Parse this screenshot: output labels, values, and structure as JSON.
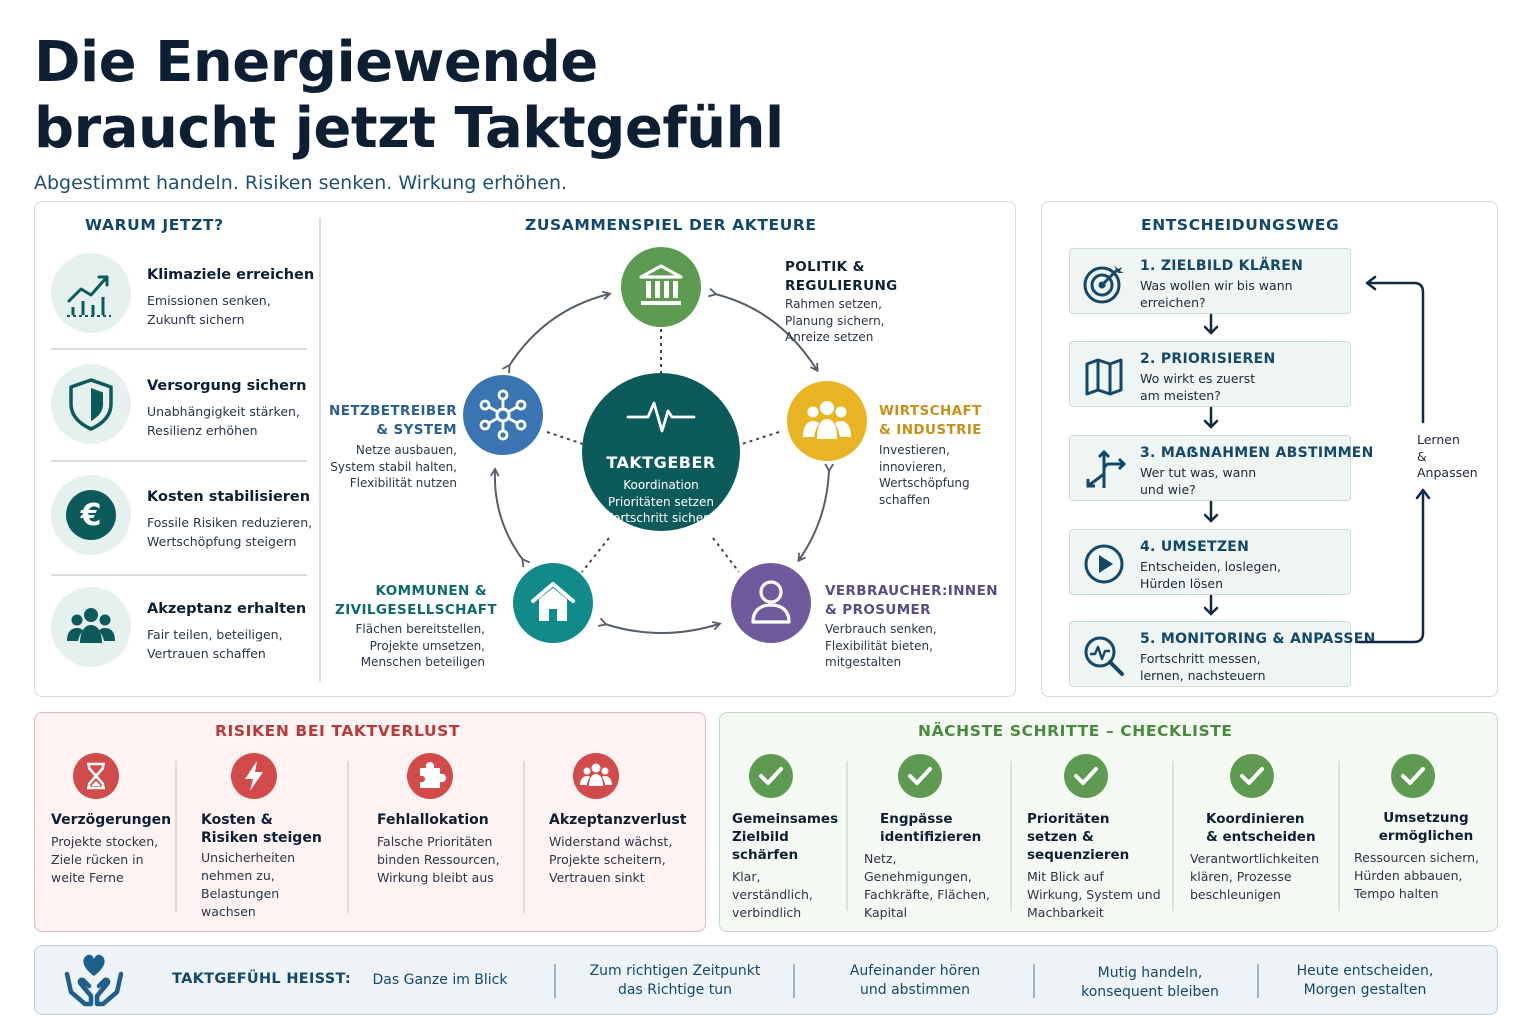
{
  "title_line1": "Die Energiewende",
  "title_line2": "braucht jetzt Taktgefühl",
  "subtitle": "Abgestimmt handeln. Risiken senken. Wirkung erhöhen.",
  "why": {
    "heading": "WARUM JETZT?",
    "items": [
      {
        "title": "Klimaziele erreichen",
        "line1": "Emissionen senken,",
        "line2": "Zukunft sichern",
        "icon": "chart-up-icon"
      },
      {
        "title": "Versorgung sichern",
        "line1": "Unabhängigkeit stärken,",
        "line2": "Resilienz erhöhen",
        "icon": "shield-icon"
      },
      {
        "title": "Kosten stabilisieren",
        "line1": "Fossile Risiken reduzieren,",
        "line2": "Wertschöpfung steigern",
        "icon": "euro-icon"
      },
      {
        "title": "Akzeptanz erhalten",
        "line1": "Fair teilen, beteiligen,",
        "line2": "Vertrauen schaffen",
        "icon": "people-icon"
      }
    ]
  },
  "actors": {
    "heading": "ZUSAMMENSPIEL DER AKTEURE",
    "center": {
      "title": "TAKTGEBER",
      "line1": "Koordination",
      "line2": "Prioritäten setzen",
      "line3": "Fortschritt sichern"
    },
    "politik": {
      "label1": "POLITIK &",
      "label2": "REGULIERUNG",
      "line1": "Rahmen setzen,",
      "line2": "Planung sichern,",
      "line3": "Anreize setzen"
    },
    "wirtschaft": {
      "label1": "WIRTSCHAFT",
      "label2": "& INDUSTRIE",
      "line1": "Investieren,",
      "line2": "innovieren,",
      "line3": "Wertschöpfung",
      "line4": "schaffen"
    },
    "verbraucher": {
      "label1": "VERBRAUCHER:INNEN",
      "label2": "& PROSUMER",
      "line1": "Verbrauch senken,",
      "line2": "Flexibilität bieten,",
      "line3": "mitgestalten"
    },
    "kommunen": {
      "label1": "KOMMUNEN &",
      "label2": "ZIVILGESELLSCHAFT",
      "line1": "Flächen bereitstellen,",
      "line2": "Projekte umsetzen,",
      "line3": "Menschen beteiligen"
    },
    "netz": {
      "label1": "NETZBETREIBER",
      "label2": "& SYSTEM",
      "line1": "Netze ausbauen,",
      "line2": "System stabil halten,",
      "line3": "Flexibilität nutzen"
    },
    "colors": {
      "politik": "#5e9a52",
      "wirtschaft": "#e9b424",
      "verbraucher": "#6f5a9c",
      "kommunen": "#138a8a",
      "netz": "#3b74b2",
      "center": "#0d5a5a"
    }
  },
  "path": {
    "heading": "ENTSCHEIDUNGSWEG",
    "steps": [
      {
        "title": "1. ZIELBILD KLÄREN",
        "line1": "Was wollen wir bis wann",
        "line2": "erreichen?",
        "icon": "target-icon"
      },
      {
        "title": "2. PRIORISIEREN",
        "line1": "Wo wirkt es zuerst",
        "line2": "am meisten?",
        "icon": "map-icon"
      },
      {
        "title": "3. MAẞNAHMEN ABSTIMMEN",
        "line1": "Wer tut was, wann",
        "line2": "und wie?",
        "icon": "directions-icon"
      },
      {
        "title": "4. UMSETZEN",
        "line1": "Entscheiden, loslegen,",
        "line2": "Hürden lösen",
        "icon": "play-icon"
      },
      {
        "title": "5. MONITORING & ANPASSEN",
        "line1": "Fortschritt messen,",
        "line2": "lernen, nachsteuern",
        "icon": "magnifier-chart-icon"
      }
    ],
    "loop_line1": "Lernen",
    "loop_line2": "&",
    "loop_line3": "Anpassen"
  },
  "risks": {
    "heading": "RISIKEN BEI TAKTVERLUST",
    "color": "#d24b4b",
    "items": [
      {
        "title": "Verzögerungen",
        "text": "Projekte stocken, Ziele rücken in weite Ferne",
        "icon": "hourglass-icon"
      },
      {
        "title": "Kosten & Risiken steigen",
        "text": "Unsicherheiten nehmen zu, Belastungen wachsen",
        "icon": "lightning-icon"
      },
      {
        "title": "Fehlallokation",
        "text": "Falsche Prioritäten binden Ressourcen, Wirkung bleibt aus",
        "icon": "puzzle-icon"
      },
      {
        "title": "Akzeptanzverlust",
        "text": "Widerstand wächst, Projekte scheitern, Vertrauen sinkt",
        "icon": "group-icon"
      }
    ]
  },
  "checklist": {
    "heading": "NÄCHSTE SCHRITTE – CHECKLISTE",
    "color": "#5e9a52",
    "items": [
      {
        "title": "Gemeinsames Zielbild schärfen",
        "text": "Klar, verständlich, verbindlich"
      },
      {
        "title": "Engpässe identifizieren",
        "text": "Netz, Genehmigungen, Fachkräfte, Flächen, Kapital"
      },
      {
        "title": "Prioritäten setzen & sequenzieren",
        "text": "Mit Blick auf Wirkung, System und Machbarkeit"
      },
      {
        "title": "Koordinieren & entscheiden",
        "text": "Verantwortlichkeiten klären, Prozesse beschleunigen"
      },
      {
        "title": "Umsetzung ermöglichen",
        "text": "Ressourcen sichern, Hürden abbauen, Tempo halten"
      }
    ]
  },
  "footer": {
    "label": "TAKTGEFÜHL HEISST:",
    "items": [
      {
        "line1": "Das Ganze im Blick",
        "line2": ""
      },
      {
        "line1": "Zum richtigen Zeitpunkt",
        "line2": "das Richtige tun"
      },
      {
        "line1": "Aufeinander hören",
        "line2": "und abstimmen"
      },
      {
        "line1": "Mutig handeln,",
        "line2": "konsequent bleiben"
      },
      {
        "line1": "Heute entscheiden,",
        "line2": "Morgen gestalten"
      }
    ]
  }
}
